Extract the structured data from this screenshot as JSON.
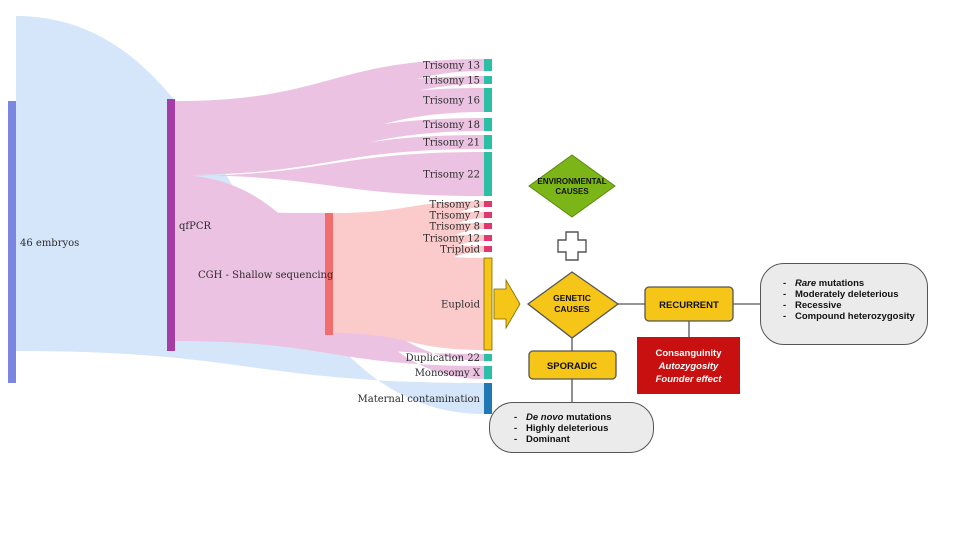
{
  "sankey": {
    "source_label": "46 embryos",
    "qfpcr_label": "qfPCR",
    "cgh_label": "CGH - Shallow sequencing",
    "outcomes": [
      {
        "label": "Trisomy 13",
        "color": "#2bbfa5"
      },
      {
        "label": "Trisomy 15",
        "color": "#2bbfa5"
      },
      {
        "label": "Trisomy 16",
        "color": "#2bbfa5"
      },
      {
        "label": "Trisomy 18",
        "color": "#2bbfa5"
      },
      {
        "label": "Trisomy 21",
        "color": "#2bbfa5"
      },
      {
        "label": "Trisomy 22",
        "color": "#2bbfa5"
      },
      {
        "label": "Trisomy 3",
        "color": "#e0386e"
      },
      {
        "label": "Trisomy 7",
        "color": "#e0386e"
      },
      {
        "label": "Trisomy 8",
        "color": "#e0386e"
      },
      {
        "label": "Trisomy 12",
        "color": "#e0386e"
      },
      {
        "label": "Triploid",
        "color": "#e0386e"
      },
      {
        "label": "Euploid",
        "color": "#f5c518"
      },
      {
        "label": "Duplication 22",
        "color": "#2bbfa5"
      },
      {
        "label": "Monosomy X",
        "color": "#2bbfa5"
      },
      {
        "label": "Maternal contamination",
        "color": "#1f77b4"
      }
    ]
  },
  "causes": {
    "environmental": [
      "ENVIRONMENTAL",
      "CAUSES"
    ],
    "genetic": [
      "GENETIC",
      "CAUSES"
    ],
    "recurrent": "RECURRENT",
    "sporadic": "SPORADIC",
    "consanguinity": [
      "Consanguinity",
      "Autozygosity",
      "Founder effect"
    ],
    "recurrent_items": [
      {
        "em": "Rare",
        "text": " mutations"
      },
      {
        "em": "",
        "text": "Moderately deleterious"
      },
      {
        "em": "",
        "text": "Recessive"
      },
      {
        "em": "",
        "text": "Compound heterozygosity"
      }
    ],
    "sporadic_items": [
      {
        "em": "De novo",
        "text": " mutations"
      },
      {
        "em": "",
        "text": "Highly deleterious"
      },
      {
        "em": "",
        "text": "Dominant"
      }
    ]
  },
  "colors": {
    "source": "#7b86e0",
    "qfpcr": "#a63ca6",
    "cgh": "#f26d6d",
    "link_blue": "#d6e6fa",
    "link_pink": "#ecc2e2",
    "link_salmon": "#fbcaca",
    "yellow": "#f5c518",
    "green": "#7cb518",
    "red": "#c91010"
  }
}
